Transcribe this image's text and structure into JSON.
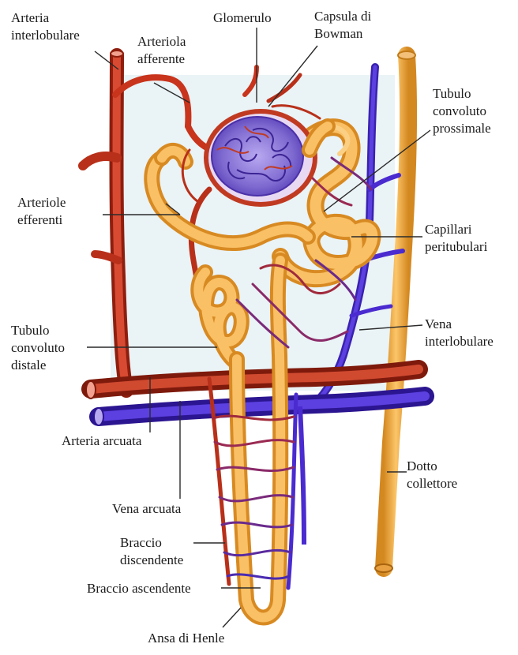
{
  "labels": {
    "arteria_interlobulare": [
      "Arteria",
      "interlobulare"
    ],
    "arteriola_afferente": [
      "Arteriola",
      "afferente"
    ],
    "glomerulo": [
      "Glomerulo"
    ],
    "capsula_bowman": [
      "Capsula di",
      "Bowman"
    ],
    "tubulo_prossimale": [
      "Tubulo",
      "convoluto",
      "prossimale"
    ],
    "arteriole_efferenti": [
      "Arteriole",
      "efferenti"
    ],
    "capillari_peritubulari": [
      "Capillari",
      "peritubulari"
    ],
    "tubulo_distale": [
      "Tubulo",
      "convoluto",
      "distale"
    ],
    "vena_interlobulare": [
      "Vena",
      "interlobulare"
    ],
    "arteria_arcuata": [
      "Arteria arcuata"
    ],
    "dotto_collettore": [
      "Dotto",
      "collettore"
    ],
    "vena_arcuata": [
      "Vena arcuata"
    ],
    "braccio_discendente": [
      "Braccio",
      "discendente"
    ],
    "braccio_ascendente": [
      "Braccio ascendente"
    ],
    "ansa_henle": [
      "Ansa di Henle"
    ]
  },
  "colors": {
    "artery": "#c8341c",
    "artery_dark": "#8e1e0e",
    "vein": "#4a2bd0",
    "vein_dark": "#2c1590",
    "tubule": "#f7b54c",
    "tubule_dark": "#d88a22",
    "background_panel": "#eaf3f6",
    "glomerulus": "#8a7ad8",
    "leader": "#333333"
  }
}
